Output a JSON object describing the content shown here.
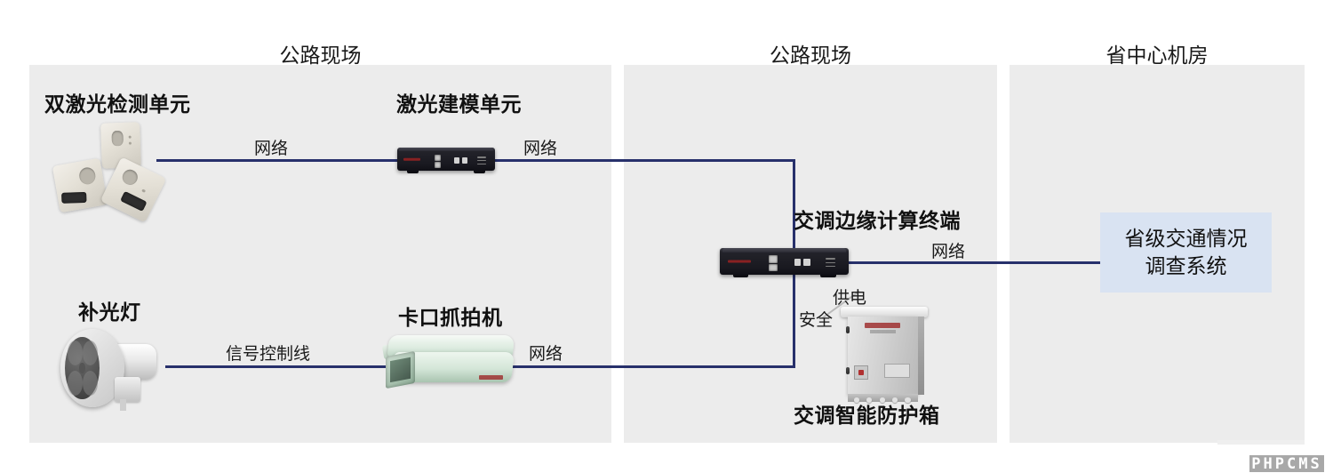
{
  "panels": [
    {
      "title": "公路现场"
    },
    {
      "title": "公路现场"
    },
    {
      "title": "省中心机房"
    }
  ],
  "devices": {
    "dual_laser": {
      "caption": "双激光检测单元",
      "icon": "laser-scanner-icon"
    },
    "laser_model": {
      "caption": "激光建模单元",
      "icon": "rack-device-icon"
    },
    "fill_light": {
      "caption": "补光灯",
      "icon": "fill-light-icon"
    },
    "capture_camera": {
      "caption": "卡口抓拍机",
      "icon": "box-camera-icon"
    },
    "edge_terminal": {
      "caption": "交调边缘计算终端",
      "icon": "rack-device-icon"
    },
    "protection_box": {
      "caption": "交调智能防护箱",
      "icon": "cabinet-icon"
    }
  },
  "links": {
    "laser_to_model": "网络",
    "model_to_edge": "网络",
    "light_to_camera": "信号控制线",
    "camera_to_edge": "网络",
    "edge_to_system": "网络",
    "power": "供电",
    "security": "安全"
  },
  "system": {
    "line1": "省级交通情况",
    "line2": "调查系统"
  },
  "watermark": {
    "text": "PHPCMS"
  },
  "colors": {
    "panel_bg": "#ececec",
    "wire": "#27306b",
    "system_box": "#d9e3f2",
    "page_bg": "#ffffff"
  }
}
